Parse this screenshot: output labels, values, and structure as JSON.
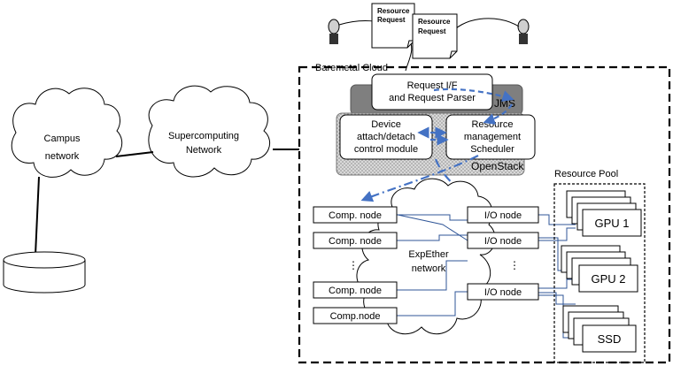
{
  "campus": {
    "label_line1": "Campus",
    "label_line2": "network"
  },
  "supercomputing": {
    "label_line1": "Supercomputing",
    "label_line2": "Network"
  },
  "baremetal_cloud": {
    "label": "Baremetal Cloud"
  },
  "requests": [
    {
      "line1": "Resource",
      "line2": "Request"
    },
    {
      "line1": "Resource",
      "line2": "Request"
    }
  ],
  "request_parser": {
    "line1": "Request I/F",
    "line2": "and Request Parser"
  },
  "jms": {
    "label": "JMS"
  },
  "openstack": {
    "label": "OpenStack"
  },
  "device_module": {
    "line1": "Device",
    "line2": "attach/detach",
    "line3": "control module"
  },
  "scheduler": {
    "line1": "Resource",
    "line2": "management",
    "line3": "Scheduler"
  },
  "comp_nodes": [
    "Comp. node",
    "Comp. node",
    "Comp. node",
    "Comp.node"
  ],
  "io_nodes": [
    "I/O node",
    "I/O node",
    "I/O node"
  ],
  "ellipsis": "⋮",
  "expether": {
    "line1": "ExpEther",
    "line2": "network"
  },
  "resource_pool": {
    "label": "Resource Pool"
  },
  "resources": [
    "GPU 1",
    "GPU 2",
    "SSD"
  ],
  "colors": {
    "link_blue": "#2f5597",
    "arrow_blue": "#4472c4",
    "jms_gray": "#7f7f7f",
    "openstack_gray": "#c8c8c8"
  }
}
